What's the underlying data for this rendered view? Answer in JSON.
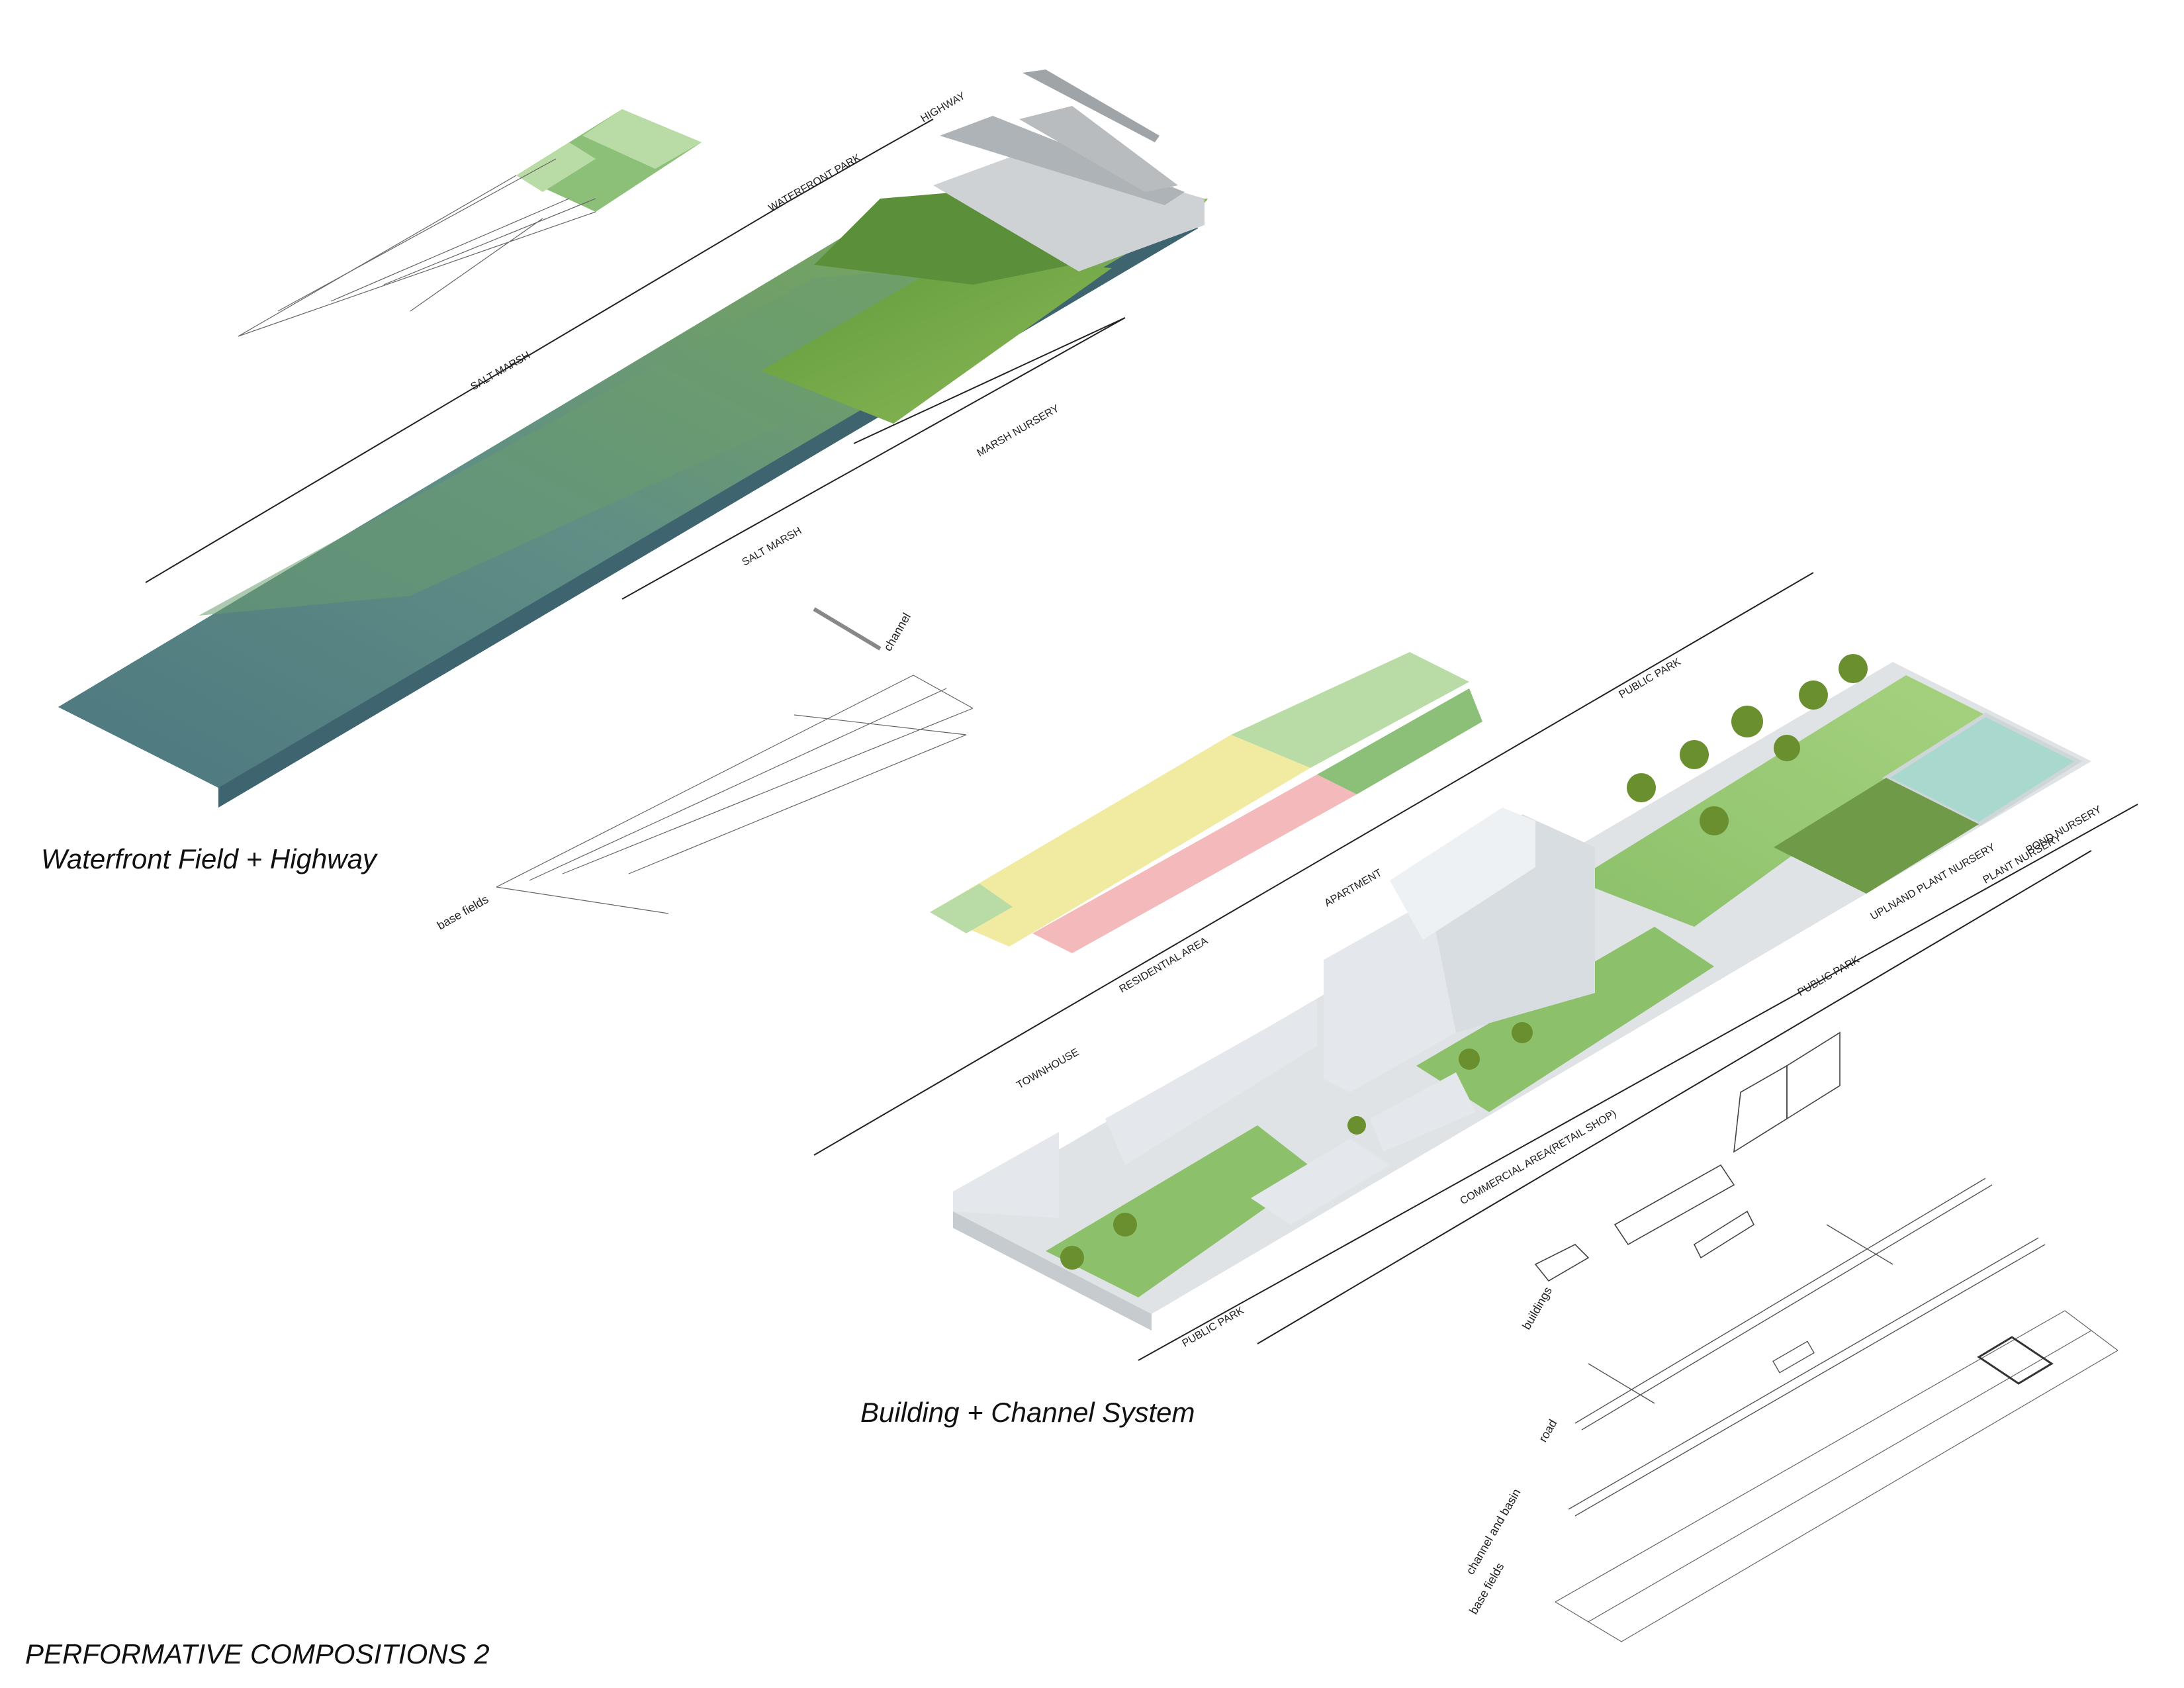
{
  "page_title": "PERFORMATIVE COMPOSITIONS 2",
  "panels": {
    "waterfront": {
      "title": "Waterfront Field + Highway",
      "labels": {
        "highway": "HIGHWAY",
        "waterfront_park": "WATERFRONT PARK",
        "salt_marsh_upper": "SALT MARSH",
        "marsh_nursery": "MARSH NURSERY",
        "salt_marsh_lower": "SALT MARSH",
        "channel": "channel",
        "base_fields": "base fields"
      }
    },
    "building": {
      "title": "Building + Channel System",
      "labels": {
        "public_park_top": "PUBLIC PARK",
        "apartment": "APARTMENT",
        "residential_area": "RESIDENTIAL AREA",
        "townhouse": "TOWNHOUSE",
        "pond_nursery": "POND NURSERY",
        "plant_nursery": "PLANT NURSERY",
        "upland_plant_nursery": "UPLNAND PLANT NURSERY",
        "public_park_right": "PUBLIC PARK",
        "commercial_area": "COMMERCIAL AREA(RETAIL SHOP)",
        "public_park_bottom": "PUBLIC PARK",
        "buildings": "buildings",
        "road": "road",
        "channel_and_basin": "channel and basin",
        "base_fields": "base fields"
      }
    }
  },
  "colors": {
    "water": "#4f7a82",
    "marsh_green": "#6f9e6a",
    "field_green": "#7fb04f",
    "light_green": "#b9dca6",
    "mid_green": "#8cc078",
    "yellow_zone": "#f1eba2",
    "pink_zone": "#f3b9bb",
    "highway_grey": "#b9bcbf",
    "building_grey": "#e4e8ec",
    "pond_teal": "#a9d8cf"
  }
}
